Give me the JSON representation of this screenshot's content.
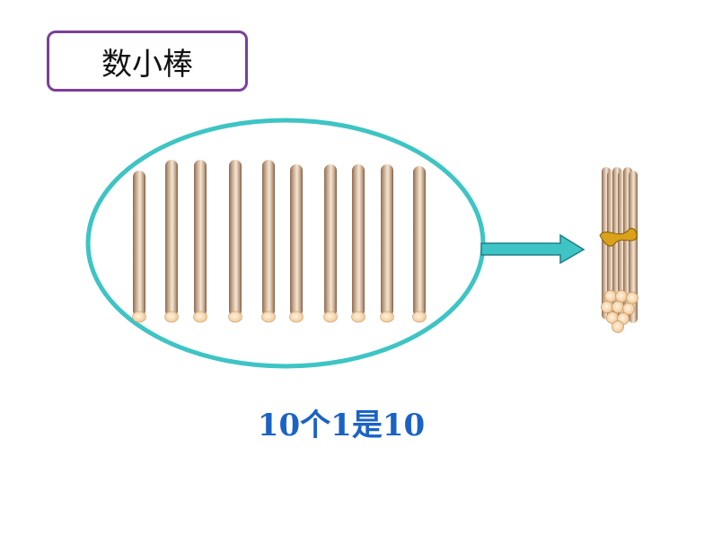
{
  "title": "数小棒",
  "caption": "10个1是10",
  "sticks": {
    "count": 10
  },
  "bundle": {
    "count": 10
  },
  "colors": {
    "title_border": "#7b3f98",
    "oval_stroke": "#3ec4c4",
    "arrow_fill": "#3ec4c4",
    "arrow_stroke": "#1e7f86",
    "caption": "#1a63c4",
    "stick_light": "#efe3d0",
    "stick_mid": "#c8a78a",
    "stick_dark": "#8b6b55",
    "stick_end": "#f7d6a8"
  }
}
